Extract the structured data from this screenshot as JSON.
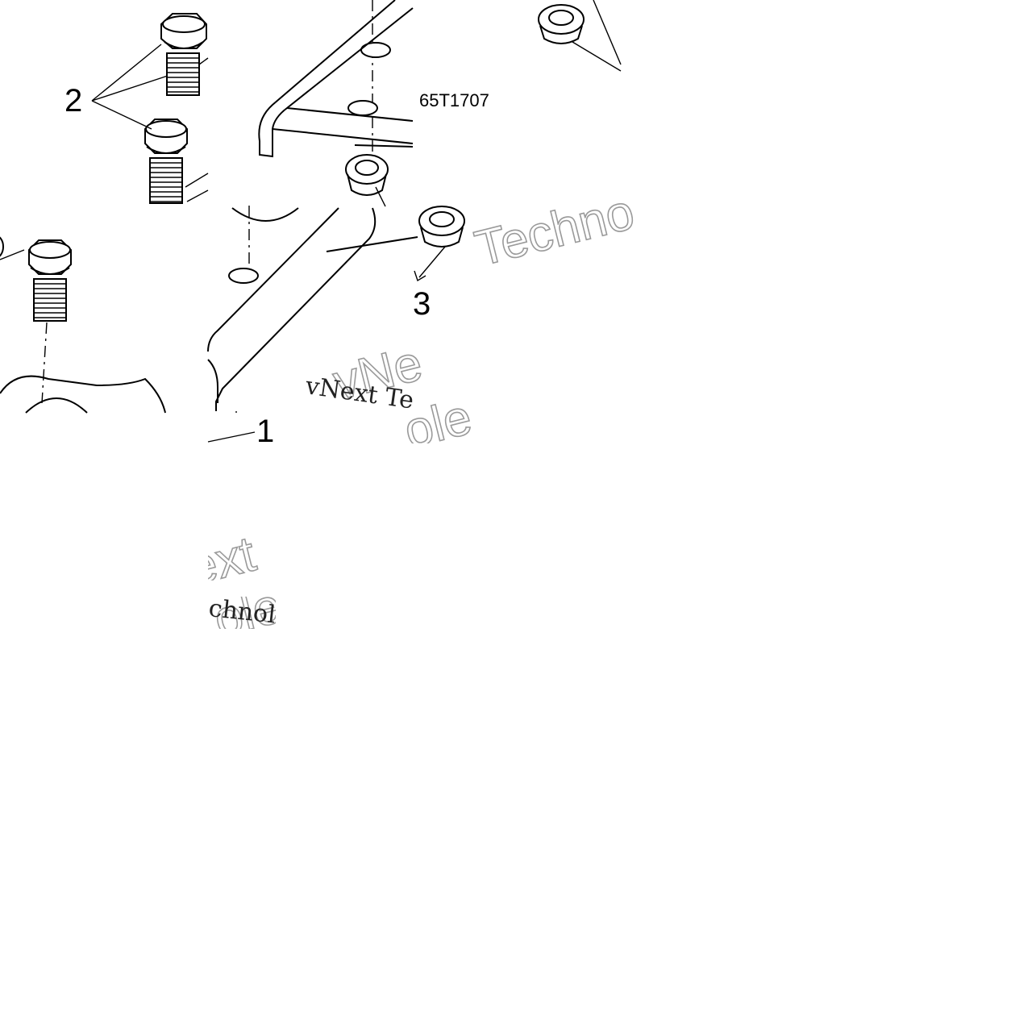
{
  "diagram": {
    "figure_id": "65T1707",
    "callouts": [
      "1",
      "2",
      "3"
    ],
    "watermarks": {
      "outlined": [
        "Techno",
        "vNe",
        "ole",
        "ext",
        "ole"
      ],
      "serif": [
        "vNext Te",
        "chnol"
      ]
    },
    "colors": {
      "line": "#000000",
      "background": "#ffffff",
      "watermark_outline": "#9a9a9a"
    }
  }
}
